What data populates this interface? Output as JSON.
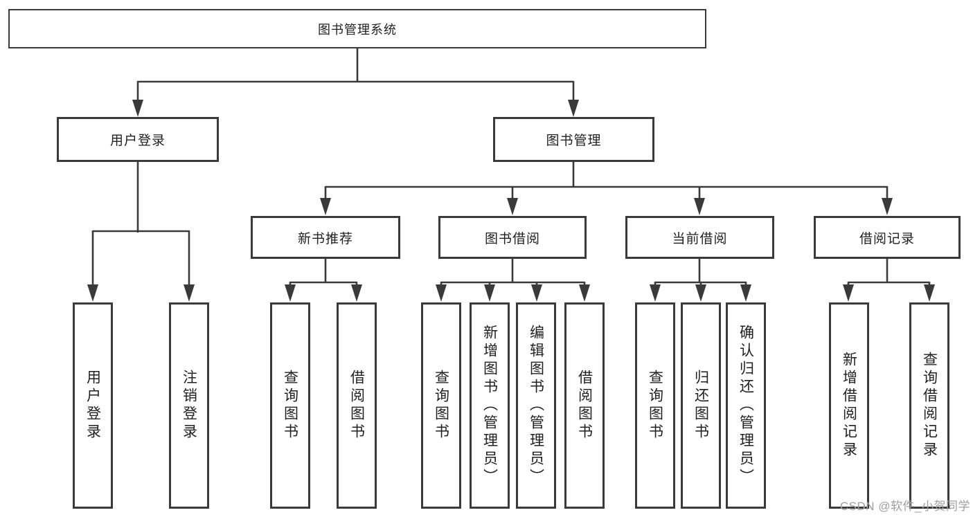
{
  "tree": {
    "root": {
      "label": "图书管理系统"
    },
    "level2": [
      {
        "label": "用户登录"
      },
      {
        "label": "图书管理"
      }
    ],
    "level3": [
      {
        "label": "新书推荐"
      },
      {
        "label": "图书借阅"
      },
      {
        "label": "当前借阅"
      },
      {
        "label": "借阅记录"
      }
    ],
    "leaves": {
      "userLogin": [
        "用户登录",
        "注销登录"
      ],
      "newBooks": [
        "查询图书",
        "借阅图书"
      ],
      "bookBorrow": [
        "查询图书",
        "新增图书（管理员）",
        "编辑图书（管理员）",
        "借阅图书"
      ],
      "currentBorrow": [
        "查询图书",
        "归还图书",
        "确认归还（管理员）"
      ],
      "borrowRecords": [
        "新增借阅记录",
        "查询借阅记录"
      ]
    }
  },
  "watermark": {
    "text": "CSDN @软件_小贺同学",
    "color": "#9e9e9e"
  },
  "colors": {
    "border": "#3a3a3a",
    "line": "#3a3a3a",
    "text": "#1f1f1f",
    "background": "#ffffff"
  }
}
